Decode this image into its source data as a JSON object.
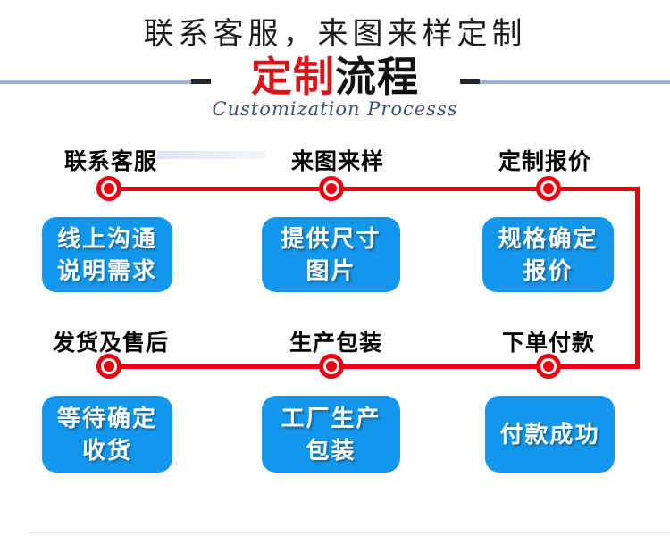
{
  "heading": "联系客服，来图来样定制",
  "section_title": {
    "part_red": "定制",
    "part_black": "流程",
    "subtitle": "Customization Processs"
  },
  "colors": {
    "accent_red": "#e60012",
    "title_red": "#d8161a",
    "box_blue": "#1297ec",
    "divider_periwinkle": "#9fb1d8",
    "subtitle_navy": "#3d5078"
  },
  "flow": {
    "rows": [
      {
        "steps": [
          {
            "label": "联系客服",
            "box_lines": [
              "线上沟通",
              "说明需求"
            ]
          },
          {
            "label": "来图来样",
            "box_lines": [
              "提供尺寸",
              "图片"
            ]
          },
          {
            "label": "定制报价",
            "box_lines": [
              "规格确定",
              "报价"
            ]
          }
        ]
      },
      {
        "steps": [
          {
            "label": "发货及售后",
            "box_lines": [
              "等待确定",
              "收货"
            ]
          },
          {
            "label": "生产包装",
            "box_lines": [
              "工厂生产",
              "包装"
            ]
          },
          {
            "label": "下单付款",
            "box_lines": [
              "付款成功"
            ]
          }
        ]
      }
    ]
  }
}
